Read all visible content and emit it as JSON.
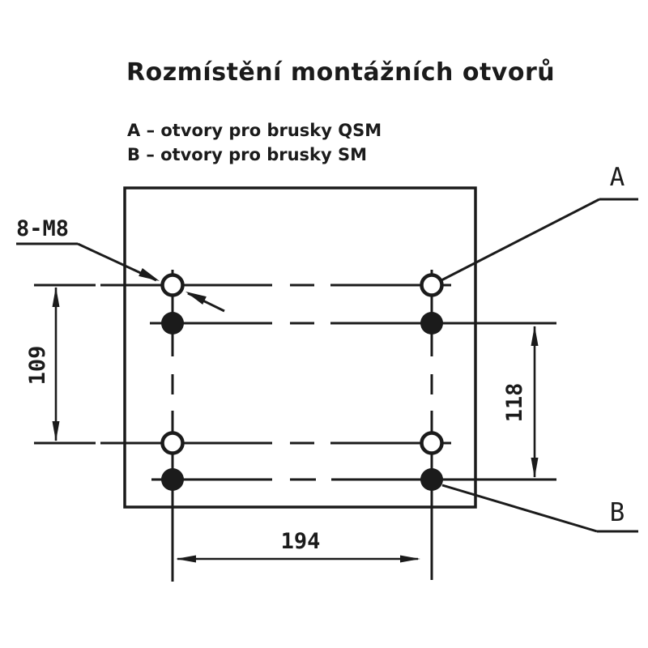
{
  "title": "Rozmístění montážních otvorů",
  "legend": {
    "line_a": "A – otvory pro brusky QSM",
    "line_b": "B – otvory pro brusky SM"
  },
  "callouts": {
    "a": "A",
    "b": "B",
    "thread_note": "8-M8"
  },
  "dimensions": {
    "left_vertical": "109",
    "right_vertical": "118",
    "bottom_horizontal": "194"
  },
  "colors": {
    "ink": "#1b1b1b",
    "background": "#ffffff"
  }
}
